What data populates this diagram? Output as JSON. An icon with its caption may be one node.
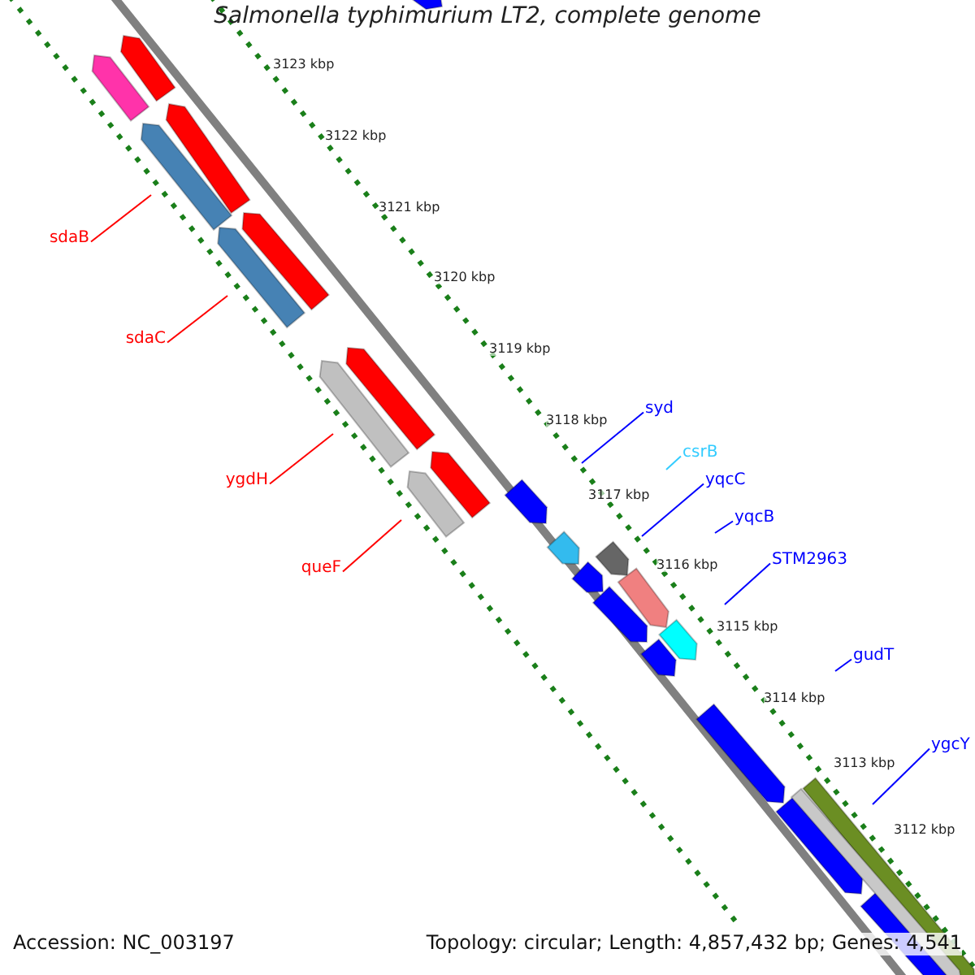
{
  "diagram": {
    "title": "Salmonella typhimurium LT2, complete genome",
    "nodes": [
      {
        "text": [
          "sdaB"
        ]
      },
      {
        "text": [
          "sdaC"
        ]
      },
      {
        "text": [
          "ygdH"
        ]
      },
      {
        "text": [
          "queF"
        ]
      },
      {
        "text": [
          "syd"
        ]
      },
      {
        "text": [
          "csrB"
        ]
      },
      {
        "text": [
          "yqcC"
        ]
      },
      {
        "text": [
          "yqcB"
        ]
      },
      {
        "text": [
          "STM2963"
        ]
      },
      {
        "text": [
          "gudT"
        ]
      },
      {
        "text": [
          "ygcY"
        ]
      }
    ],
    "edges": [
      {
        "from": 0,
        "to": null,
        "arrow": "none",
        "color": "#ff0000"
      },
      {
        "from": 1,
        "to": null,
        "arrow": "none",
        "color": "#ff0000"
      },
      {
        "from": 2,
        "to": null,
        "arrow": "none",
        "color": "#ff0000"
      },
      {
        "from": 3,
        "to": null,
        "arrow": "none",
        "color": "#ff0000"
      },
      {
        "from": 4,
        "to": null,
        "arrow": "none"
      },
      {
        "from": 5,
        "to": null,
        "arrow": "none",
        "color": "#33ccff"
      },
      {
        "from": 6,
        "to": null,
        "arrow": "none"
      },
      {
        "from": 7,
        "to": null,
        "arrow": "none"
      },
      {
        "from": 8,
        "to": null,
        "arrow": "none"
      },
      {
        "from": 9,
        "to": null,
        "arrow": "none"
      },
      {
        "from": 10,
        "to": null,
        "arrow": "none"
      }
    ],
    "labels": [
      "3123 kbp",
      "3122 kbp",
      "3121 kbp",
      "3120 kbp",
      "3119 kbp",
      "3118 kbp",
      "3117 kbp",
      "3116 kbp",
      "3115 kbp",
      "3114 kbp",
      "3113 kbp",
      "3112 kbp",
      "Accession: NC_003197",
      "Topology: circular; Length: 4,857,432 bp; Genes: 4,541"
    ]
  }
}
